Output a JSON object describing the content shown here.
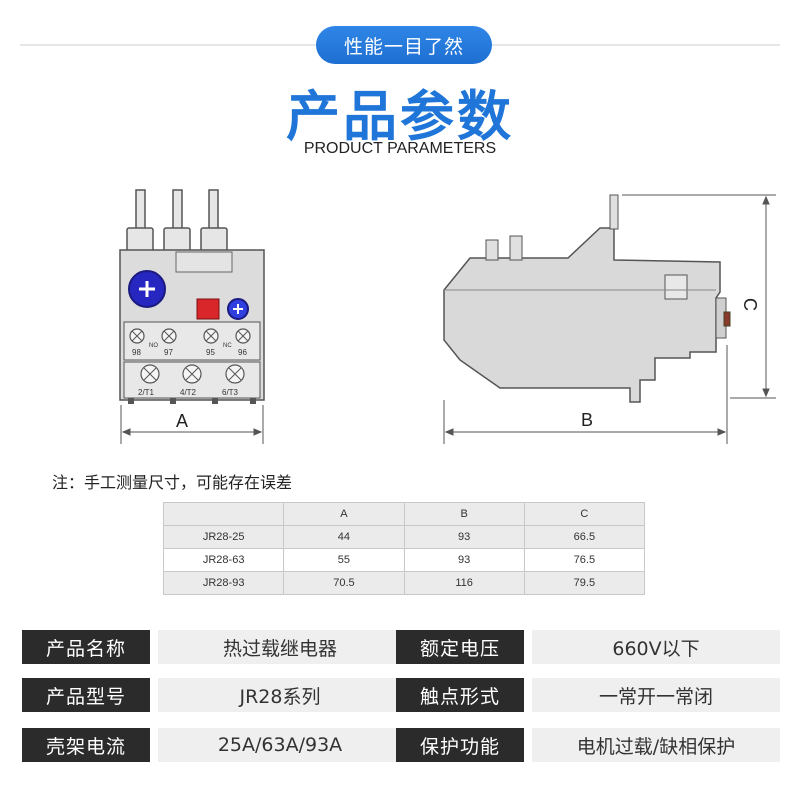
{
  "header": {
    "pill_label": "性能一目了然",
    "title": "产品参数",
    "subtitle": "PRODUCT PARAMETERS"
  },
  "drawing": {
    "front_view": {
      "dim_label": "A",
      "terminal_top_labels": [
        "98",
        "97",
        "95",
        "96"
      ],
      "no_label": "NO",
      "nc_label": "NC",
      "terminal_bottom_labels": [
        "2/T1",
        "4/T2",
        "6/T3"
      ]
    },
    "side_view": {
      "dim_width_label": "B",
      "dim_height_label": "C"
    }
  },
  "note": "注：手工测量尺寸，可能存在误差",
  "dimension_table": {
    "headers": [
      "",
      "A",
      "B",
      "C"
    ],
    "rows": [
      [
        "JR28-25",
        "44",
        "93",
        "66.5"
      ],
      [
        "JR28-63",
        "55",
        "93",
        "76.5"
      ],
      [
        "JR28-93",
        "70.5",
        "116",
        "79.5"
      ]
    ]
  },
  "specs": [
    {
      "key1": "产品名称",
      "val1": "热过载继电器",
      "key2": "额定电压",
      "val2": "660V以下"
    },
    {
      "key1": "产品型号",
      "val1": "JR28系列",
      "key2": "触点形式",
      "val2": "一常开一常闭"
    },
    {
      "key1": "壳架电流",
      "val1": "25A/63A/93A",
      "key2": "保护功能",
      "val2": "电机过载/缺相保护"
    }
  ],
  "colors": {
    "accent_blue": "#1f75d8",
    "pill_blue": "#2f86e6",
    "spec_key_bg": "#2b2b2b",
    "spec_val_bg": "#efefef",
    "device_gray": "#d9d9d9",
    "knob_blue": "#2b2bc8",
    "indicator_red": "#d9262b"
  }
}
